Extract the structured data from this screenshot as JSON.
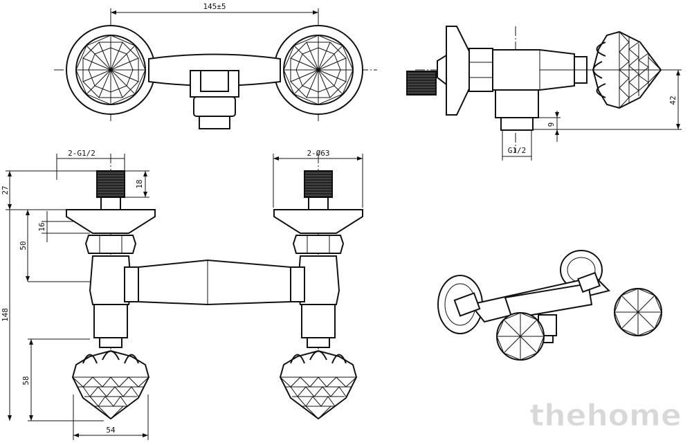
{
  "dimensions": {
    "top_width": "145±5",
    "side_height": "42",
    "side_nut": "9",
    "side_thread": "G1/2",
    "left_thread": "2-G1/2",
    "right_diameter": "2-Ø63",
    "thread_len": "18",
    "top_27": "27",
    "d16": "16",
    "d50": "50",
    "d148": "148",
    "d58": "58",
    "d54": "54"
  },
  "watermark": "thehome",
  "colors": {
    "line": "#111111",
    "watermark": "#d8d8d8"
  }
}
